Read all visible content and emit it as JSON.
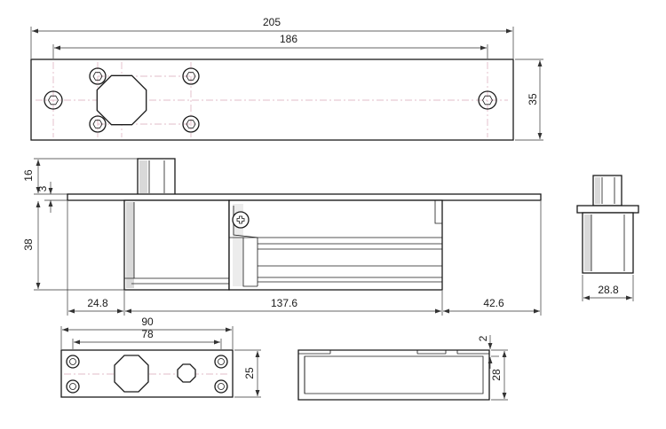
{
  "drawing": {
    "dimensions": {
      "total_length": "205",
      "hole_spacing": "186",
      "plate_width": "35",
      "bolt_projection": "16",
      "plate_thickness": "3",
      "body_height": "38",
      "left_offset": "24.8",
      "body_length": "137.6",
      "right_offset": "42.6",
      "bolt_diameter": "28.8",
      "faceplate_length": "90",
      "faceplate_hole_spacing": "78",
      "faceplate_width": "25",
      "keeper_thickness": "2",
      "keeper_height": "28"
    },
    "colors": {
      "line": "#1a1a1a",
      "centerline": "#d9a8b8",
      "shading": "#d9d9d9"
    }
  }
}
